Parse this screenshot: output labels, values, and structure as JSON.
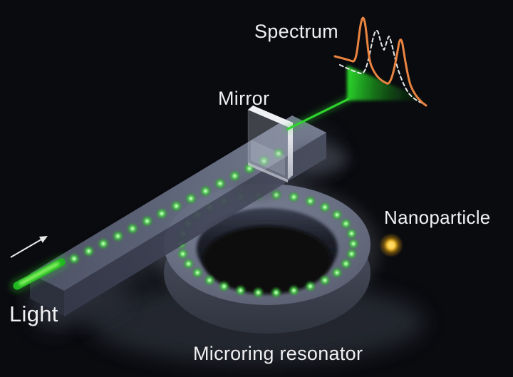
{
  "scene": {
    "description": "3D schematic: green light enters a bus waveguide, couples to a microring resonator near a nanoparticle; a mirror reflects the output beam which fans out into a measured spectrum inset.",
    "background": "#0a0b0f"
  },
  "labels": {
    "spectrum": "Spectrum",
    "mirror": "Mirror",
    "light": "Light",
    "nanoparticle": "Nanoparticle",
    "microring": "Microring resonator"
  },
  "colors": {
    "label_text": "#f0f0f2",
    "beam_green": "#2fd42f",
    "dot_green": "#4ed44e",
    "spectrum_solid": "#ea8440",
    "spectrum_dashed": "#e9e9e9",
    "nanoparticle": "#edb61e",
    "waveguide_top": "#6a7186",
    "waveguide_front": "#454a5c",
    "ring_top": "#6e7487",
    "ring_side": "#4a4f60",
    "mirror_face": "rgba(190,196,210,0.30)",
    "mirror_edge": "#eef0f4"
  },
  "elements": {
    "waveguide_dot_count": 15,
    "ring_dot_count": 30
  },
  "spectrum_inset": {
    "type": "line",
    "title": "Spectrum",
    "series": [
      {
        "name": "split resonance (solid)",
        "color": "#ea8440",
        "style": "solid",
        "peaks": 2
      },
      {
        "name": "reference resonance (dashed)",
        "color": "#e9e9e9",
        "style": "dashed",
        "peaks": 2
      }
    ],
    "legend": "none",
    "axes": "none"
  }
}
